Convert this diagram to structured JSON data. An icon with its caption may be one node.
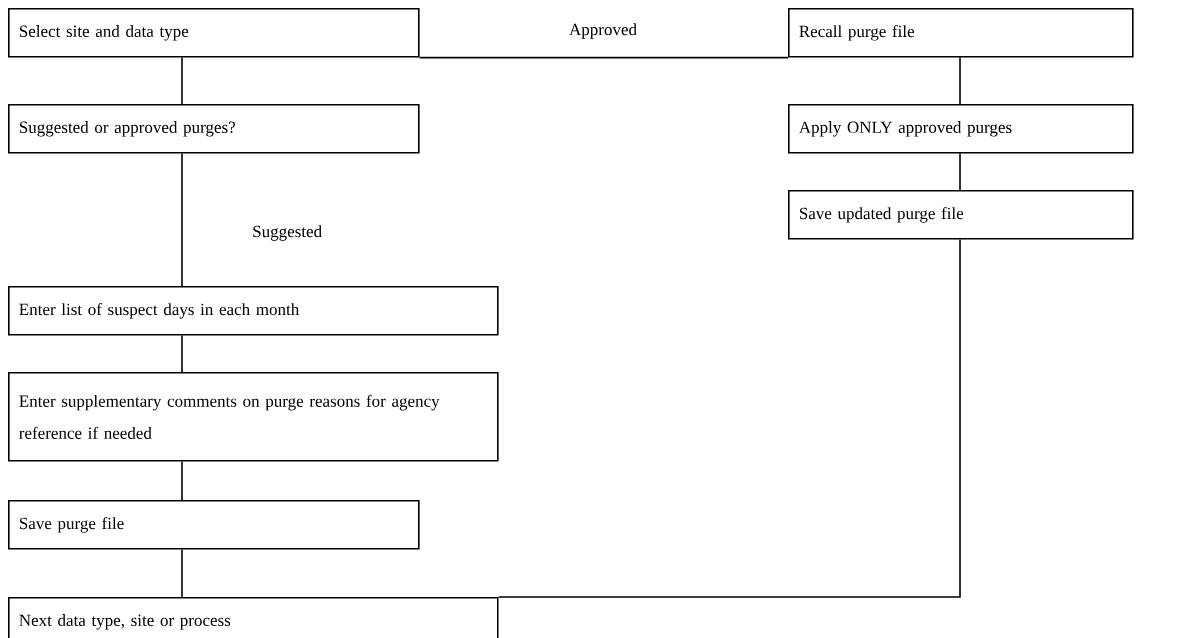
{
  "diagram": {
    "nodes": [
      {
        "text": [
          "Select site and data type"
        ]
      },
      {
        "text": [
          "Recall purge file"
        ]
      },
      {
        "text": [
          "Suggested or approved purges?"
        ]
      },
      {
        "text": [
          "Apply ONLY approved purges"
        ]
      },
      {
        "text": [
          "Save updated purge file"
        ]
      },
      {
        "text": [
          "Enter list of suspect days in each month"
        ]
      },
      {
        "text": [
          "Enter supplementary comments on purge reasons for agency reference if needed"
        ]
      },
      {
        "text": [
          "Save purge file"
        ]
      },
      {
        "text": [
          "Next data type, site or process"
        ]
      }
    ],
    "edges": [
      {
        "from": 0,
        "to": 2,
        "arrow": "none"
      },
      {
        "from": 2,
        "to": 5,
        "arrow": "none",
        "label": "Suggested"
      },
      {
        "from": 5,
        "to": 6,
        "arrow": "none"
      },
      {
        "from": 6,
        "to": 7,
        "arrow": "none"
      },
      {
        "from": 7,
        "to": 8,
        "arrow": "none"
      },
      {
        "from": 0,
        "to": 1,
        "arrow": "none",
        "label": "Approved"
      },
      {
        "from": 1,
        "to": 3,
        "arrow": "none"
      },
      {
        "from": 3,
        "to": 4,
        "arrow": "none"
      },
      {
        "from": 4,
        "to": 8,
        "arrow": "none"
      }
    ]
  }
}
